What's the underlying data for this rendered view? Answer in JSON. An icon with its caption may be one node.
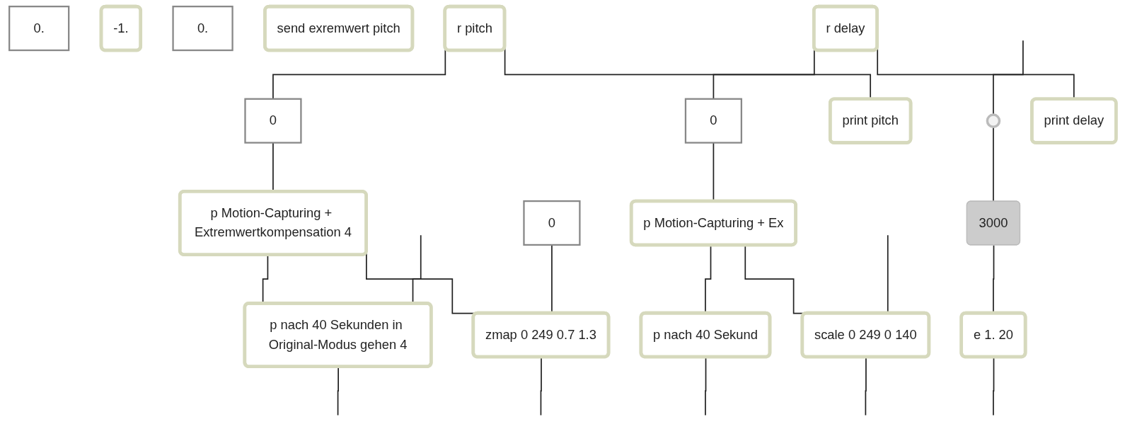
{
  "diagram": {
    "nodes": [
      {
        "text": [
          "0."
        ]
      },
      {
        "text": [],
        "shape": "circle"
      },
      {
        "text": [
          "3000"
        ]
      },
      {
        "text": [
          "e 1. 20"
        ]
      },
      {
        "text": [
          "-1."
        ]
      },
      {
        "text": [
          "0."
        ]
      },
      {
        "text": [
          "r pitch"
        ]
      },
      {
        "text": [
          "0"
        ]
      },
      {
        "text": [
          "0"
        ]
      },
      {
        "text": [
          "print pitch"
        ]
      },
      {
        "text": [
          "send exremwert pitch"
        ]
      },
      {
        "text": [
          "p Motion-Capturing + Extremwertkompensation 4"
        ]
      },
      {
        "text": [
          "p nach 40 Sekunden in Original-Modus gehen 4"
        ]
      },
      {
        "text": [
          "zmap 0 249 0.7 1.3"
        ]
      },
      {
        "text": [
          "r delay"
        ]
      },
      {
        "text": [
          "0"
        ]
      },
      {
        "text": [
          "print delay"
        ]
      },
      {
        "text": [
          "p Motion-Capturing + Ex"
        ]
      },
      {
        "text": [
          "p nach 40 Sekund"
        ]
      },
      {
        "text": [
          "scale 0 249 0 140"
        ]
      }
    ],
    "edges": [
      {
        "from": null,
        "to": 1,
        "arrow": "none"
      },
      {
        "from": 1,
        "to": 2,
        "arrow": "none"
      },
      {
        "from": 2,
        "to": 3,
        "arrow": "none"
      },
      {
        "from": 3,
        "to": null,
        "arrow": "none"
      },
      {
        "from": 6,
        "to": 8,
        "arrow": "none"
      },
      {
        "from": 6,
        "to": 9,
        "arrow": "none"
      },
      {
        "from": 8,
        "to": 11,
        "arrow": "none"
      },
      {
        "from": 11,
        "to": 12,
        "arrow": "none"
      },
      {
        "from": 11,
        "to": 13,
        "arrow": "none"
      },
      {
        "from": 7,
        "to": 13,
        "arrow": "none"
      },
      {
        "from": 12,
        "to": null,
        "arrow": "none"
      },
      {
        "from": null,
        "to": 12,
        "arrow": "none"
      },
      {
        "from": 13,
        "to": null,
        "arrow": "none"
      },
      {
        "from": 14,
        "to": 15,
        "arrow": "none"
      },
      {
        "from": 14,
        "to": 16,
        "arrow": "none"
      },
      {
        "from": 15,
        "to": 17,
        "arrow": "none"
      },
      {
        "from": 17,
        "to": 18,
        "arrow": "none"
      },
      {
        "from": 17,
        "to": 19,
        "arrow": "none"
      },
      {
        "from": 19,
        "to": null,
        "arrow": "none"
      },
      {
        "from": 18,
        "to": null,
        "arrow": "none"
      },
      {
        "from": null,
        "to": 19,
        "arrow": "none"
      }
    ]
  }
}
